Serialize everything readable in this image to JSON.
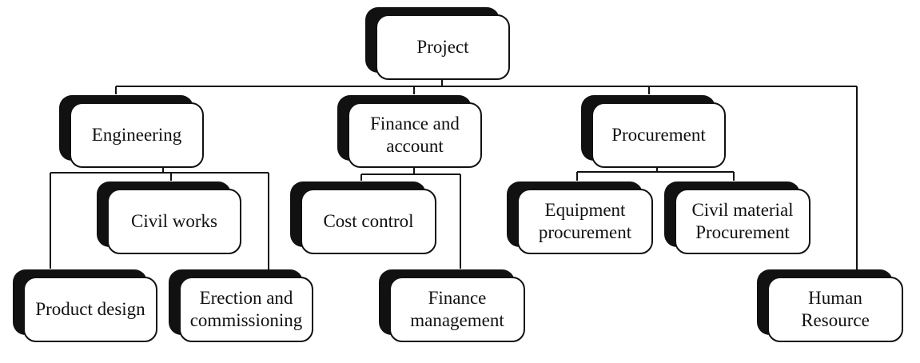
{
  "colors": {
    "ink": "#111111",
    "background": "#ffffff"
  },
  "nodes": {
    "project": "Project",
    "engineering": "Engineering",
    "finance_account": "Finance and\naccount",
    "procurement": "Procurement",
    "civil_works": "Civil works",
    "cost_control": "Cost control",
    "equipment_procurement": "Equipment\nprocurement",
    "civil_material_procurement": "Civil material\nProcurement",
    "product_design": "Product design",
    "erection_commissioning": "Erection and\ncommissioning",
    "finance_management": "Finance\nmanagement",
    "human_resource": "Human\nResource"
  },
  "hierarchy": [
    {
      "parent": "project",
      "children": [
        "engineering",
        "finance_account",
        "procurement",
        "human_resource"
      ]
    },
    {
      "parent": "engineering",
      "children": [
        "civil_works",
        "product_design",
        "erection_commissioning"
      ]
    },
    {
      "parent": "finance_account",
      "children": [
        "cost_control",
        "finance_management"
      ]
    },
    {
      "parent": "procurement",
      "children": [
        "equipment_procurement",
        "civil_material_procurement"
      ]
    }
  ]
}
